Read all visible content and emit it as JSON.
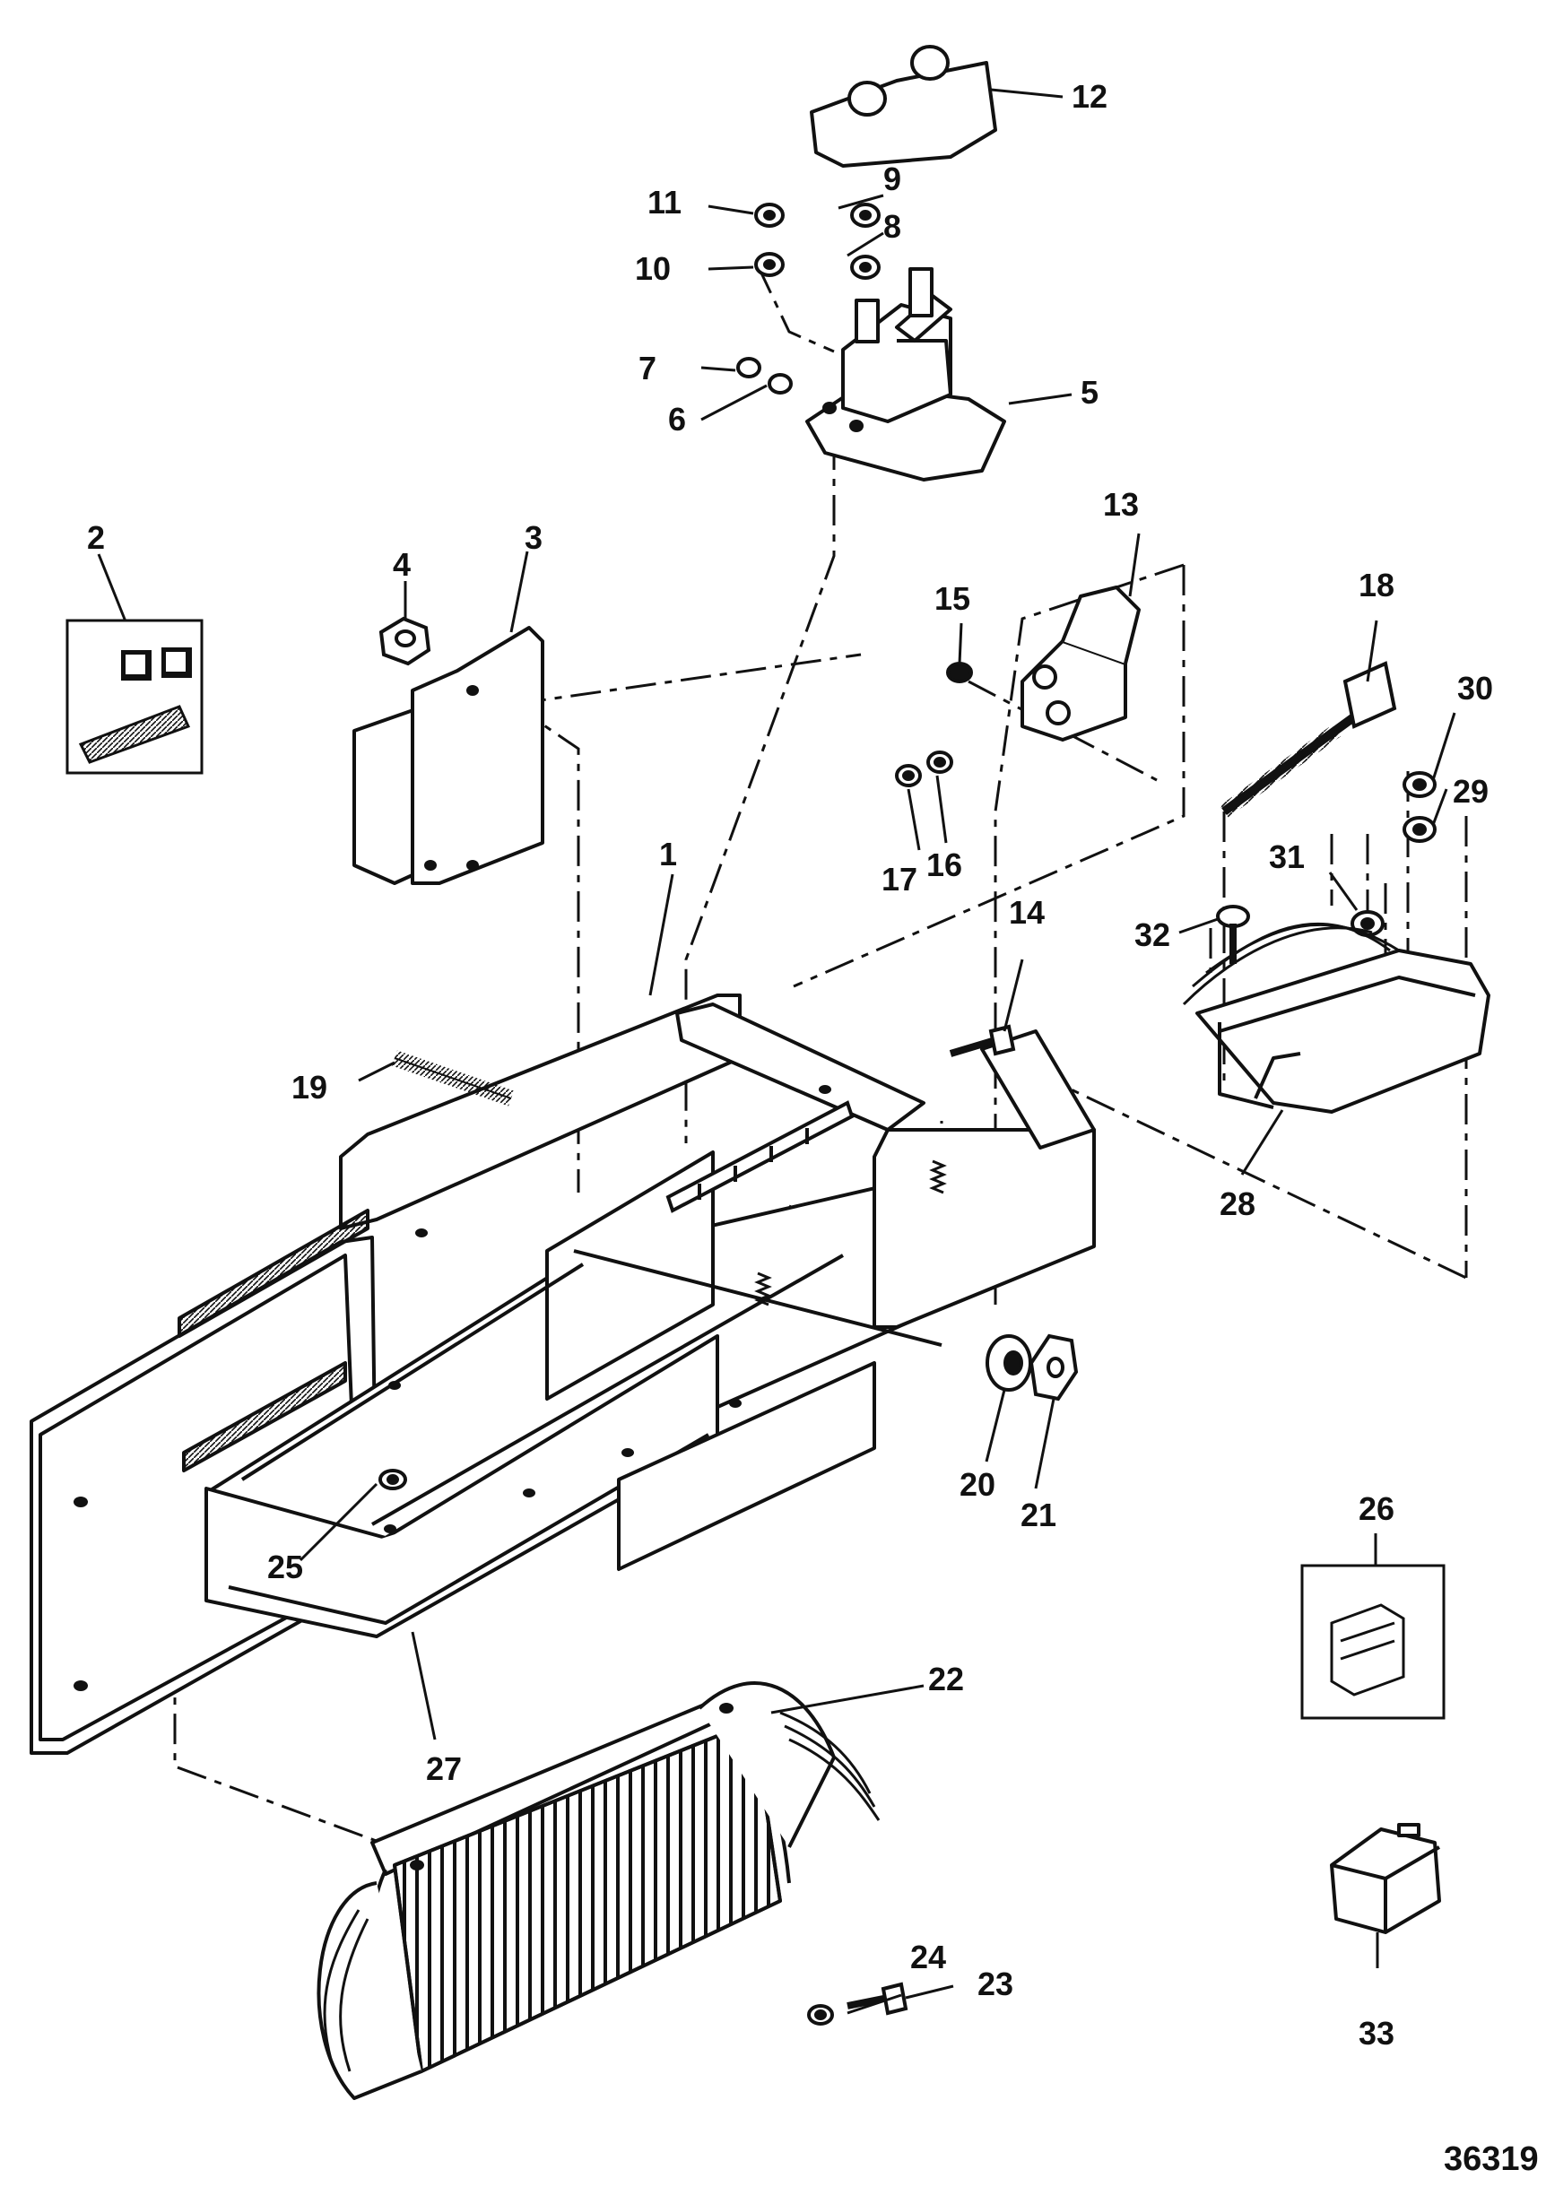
{
  "figure_number": "36319",
  "callouts": [
    "1",
    "2",
    "3",
    "4",
    "5",
    "6",
    "7",
    "8",
    "9",
    "10",
    "11",
    "12",
    "13",
    "14",
    "15",
    "16",
    "17",
    "18",
    "19",
    "20",
    "21",
    "22",
    "23",
    "24",
    "25",
    "26",
    "27",
    "28",
    "29",
    "30",
    "31",
    "32",
    "33"
  ],
  "colors": {
    "line": "#111111",
    "background": "#ffffff"
  }
}
